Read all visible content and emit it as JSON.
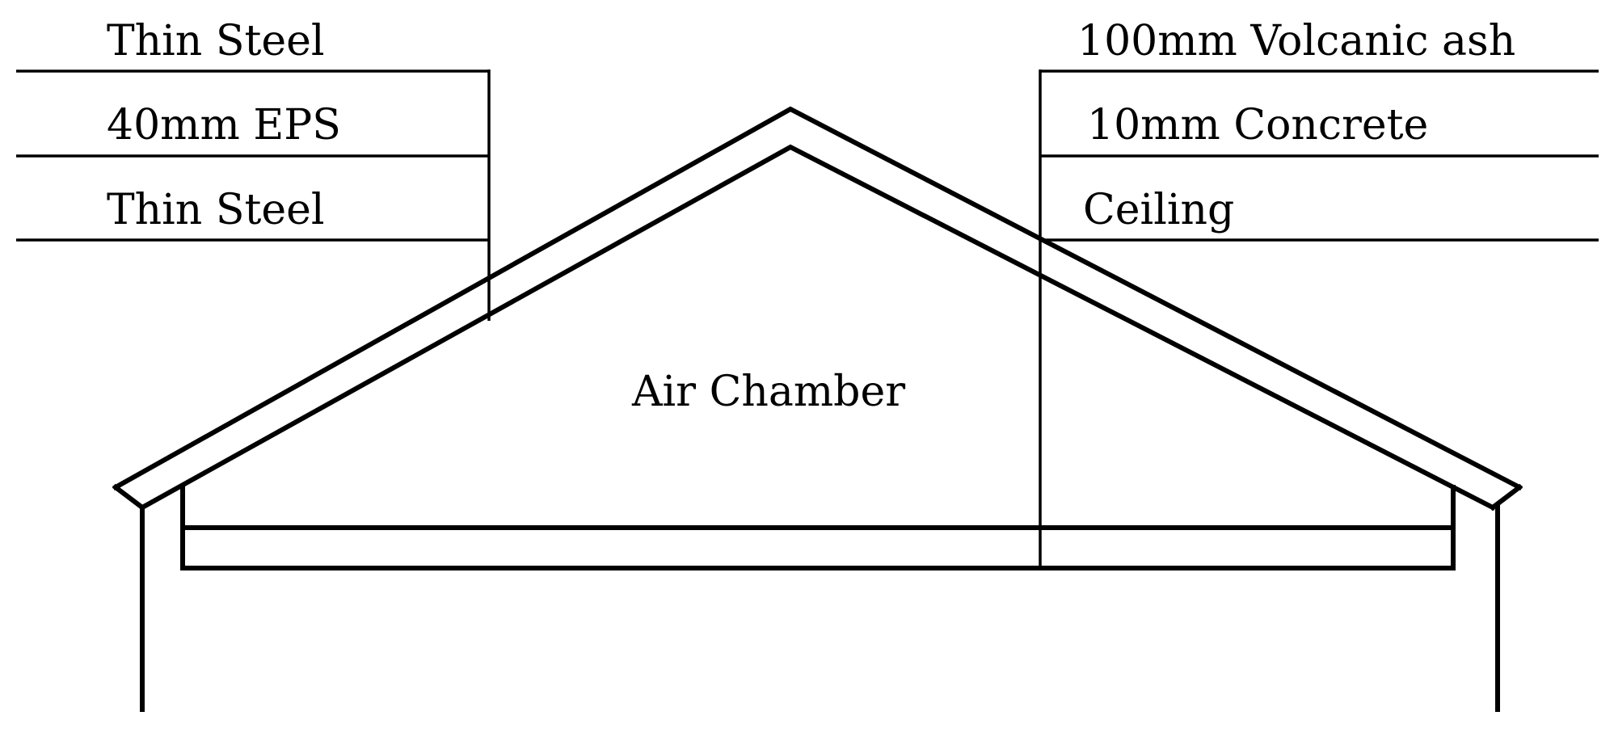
{
  "left_labels": {
    "layer_1": "Thin Steel",
    "layer_2": "40mm EPS",
    "layer_3": "Thin Steel"
  },
  "right_labels": {
    "layer_1": "100mm Volcanic ash",
    "layer_2": "10mm Concrete",
    "layer_3": "Ceiling"
  },
  "center_label": "Air Chamber",
  "colors": {
    "line": "#000000",
    "background": "#ffffff"
  }
}
